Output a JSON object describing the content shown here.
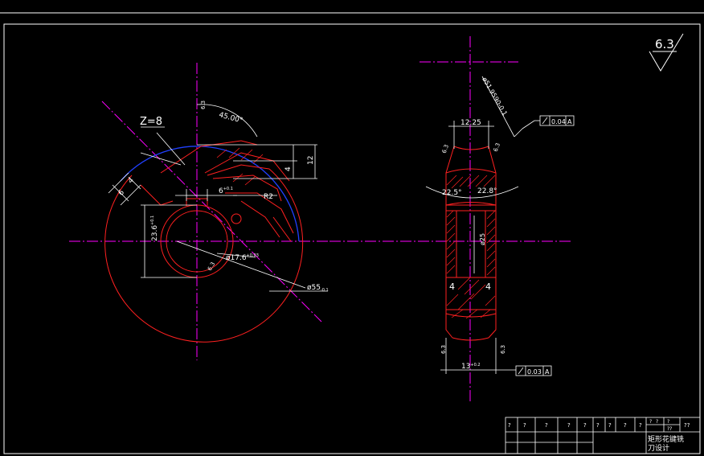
{
  "colors": {
    "background": "#000000",
    "frame": "#ffffff",
    "part": "#ff2020",
    "centerline": "#ff00ff",
    "dimension": "#ffffff",
    "arc": "#2040ff"
  },
  "labels": {
    "roughness": "6.3",
    "teeth_count": "Z=8",
    "angle_45": "45.00°",
    "dim_4": "4",
    "dim_12": "12",
    "dim_6_plus": "6",
    "dim_6_plus_tol": "+0.1",
    "dim_6_left": "6",
    "dim_4_left": "4",
    "radius_r2": "R2",
    "dim_23_6": "23.6",
    "dim_23_6_tol": "+0.1",
    "dim_17_6": "ø17.6",
    "dim_17_6_tol": "+0.03",
    "dim_55": "ø55",
    "dim_55_tol": "-0.1",
    "rough_a": "6.3",
    "rough_b": "6.3",
    "dim_51": "ø51.9590-0.1",
    "dim_12_25": "12.25",
    "tol_frame_top_value": "0.04",
    "tol_frame_top_ref": "A",
    "angle_22_5": "22.5°",
    "angle_22_8": "22.8°",
    "dim_25": "ø25",
    "hatch_4_left": "4",
    "hatch_4_right": "4",
    "dim_13": "13",
    "dim_13_tol": "+0.2",
    "tol_frame_bottom_value": "0.03",
    "tol_frame_bottom_ref": "A",
    "rough_c": "6.3",
    "rough_d": "6.3",
    "rough_e": "6.3",
    "rough_f": "6.3"
  },
  "title_block": {
    "name_line1": "矩形花键铣",
    "name_line2": "刀设计",
    "marks": [
      "?",
      "?",
      "?",
      "?",
      "?",
      "?",
      "?",
      "?",
      "?",
      "?",
      "?",
      "?",
      "??"
    ],
    "symbol_right": "??"
  }
}
